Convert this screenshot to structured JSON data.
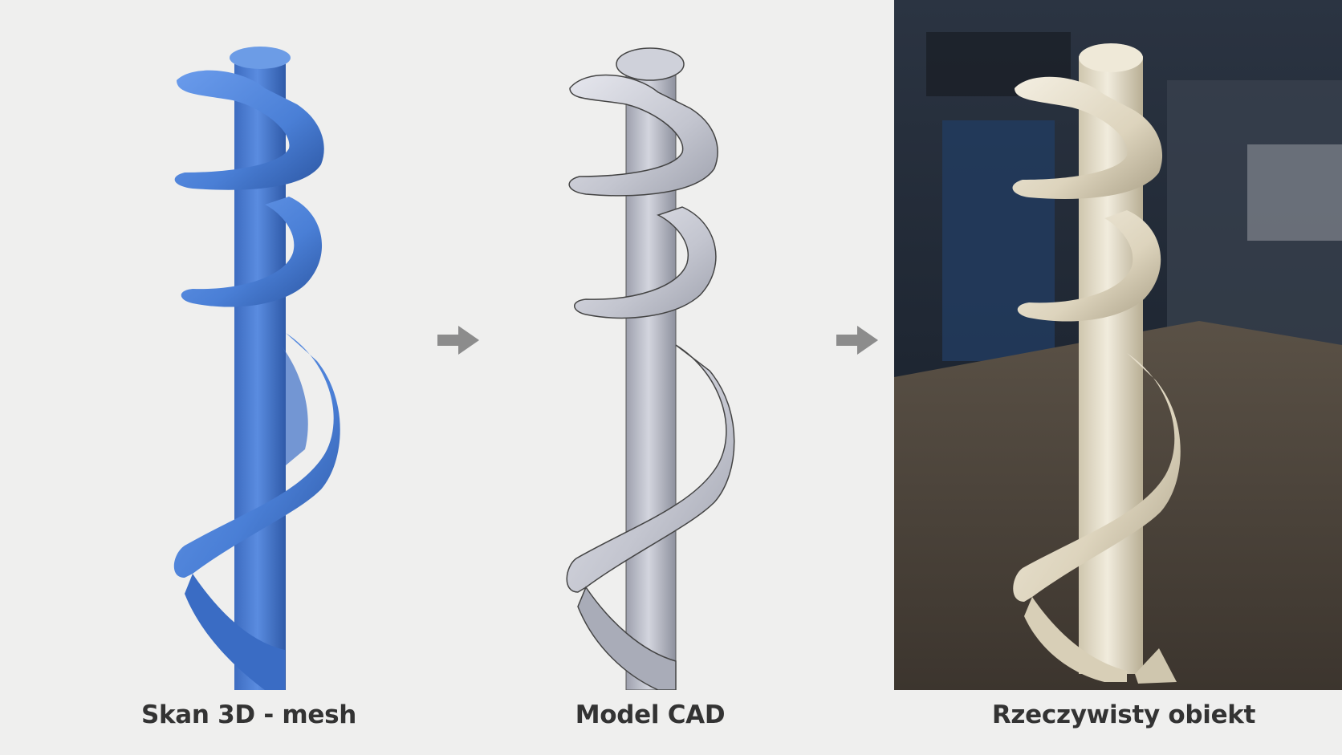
{
  "panels": [
    {
      "caption": "Skan 3D - mesh",
      "color": "#4a7fd6"
    },
    {
      "caption": "Model CAD",
      "color": "#b9bcc8"
    },
    {
      "caption": "Rzeczywisty obiekt",
      "color": "#e7e0cc"
    }
  ],
  "arrow_color": "#8c8c8c",
  "background": "#efefee",
  "icons": [
    "arrow-right-icon",
    "arrow-right-icon"
  ]
}
